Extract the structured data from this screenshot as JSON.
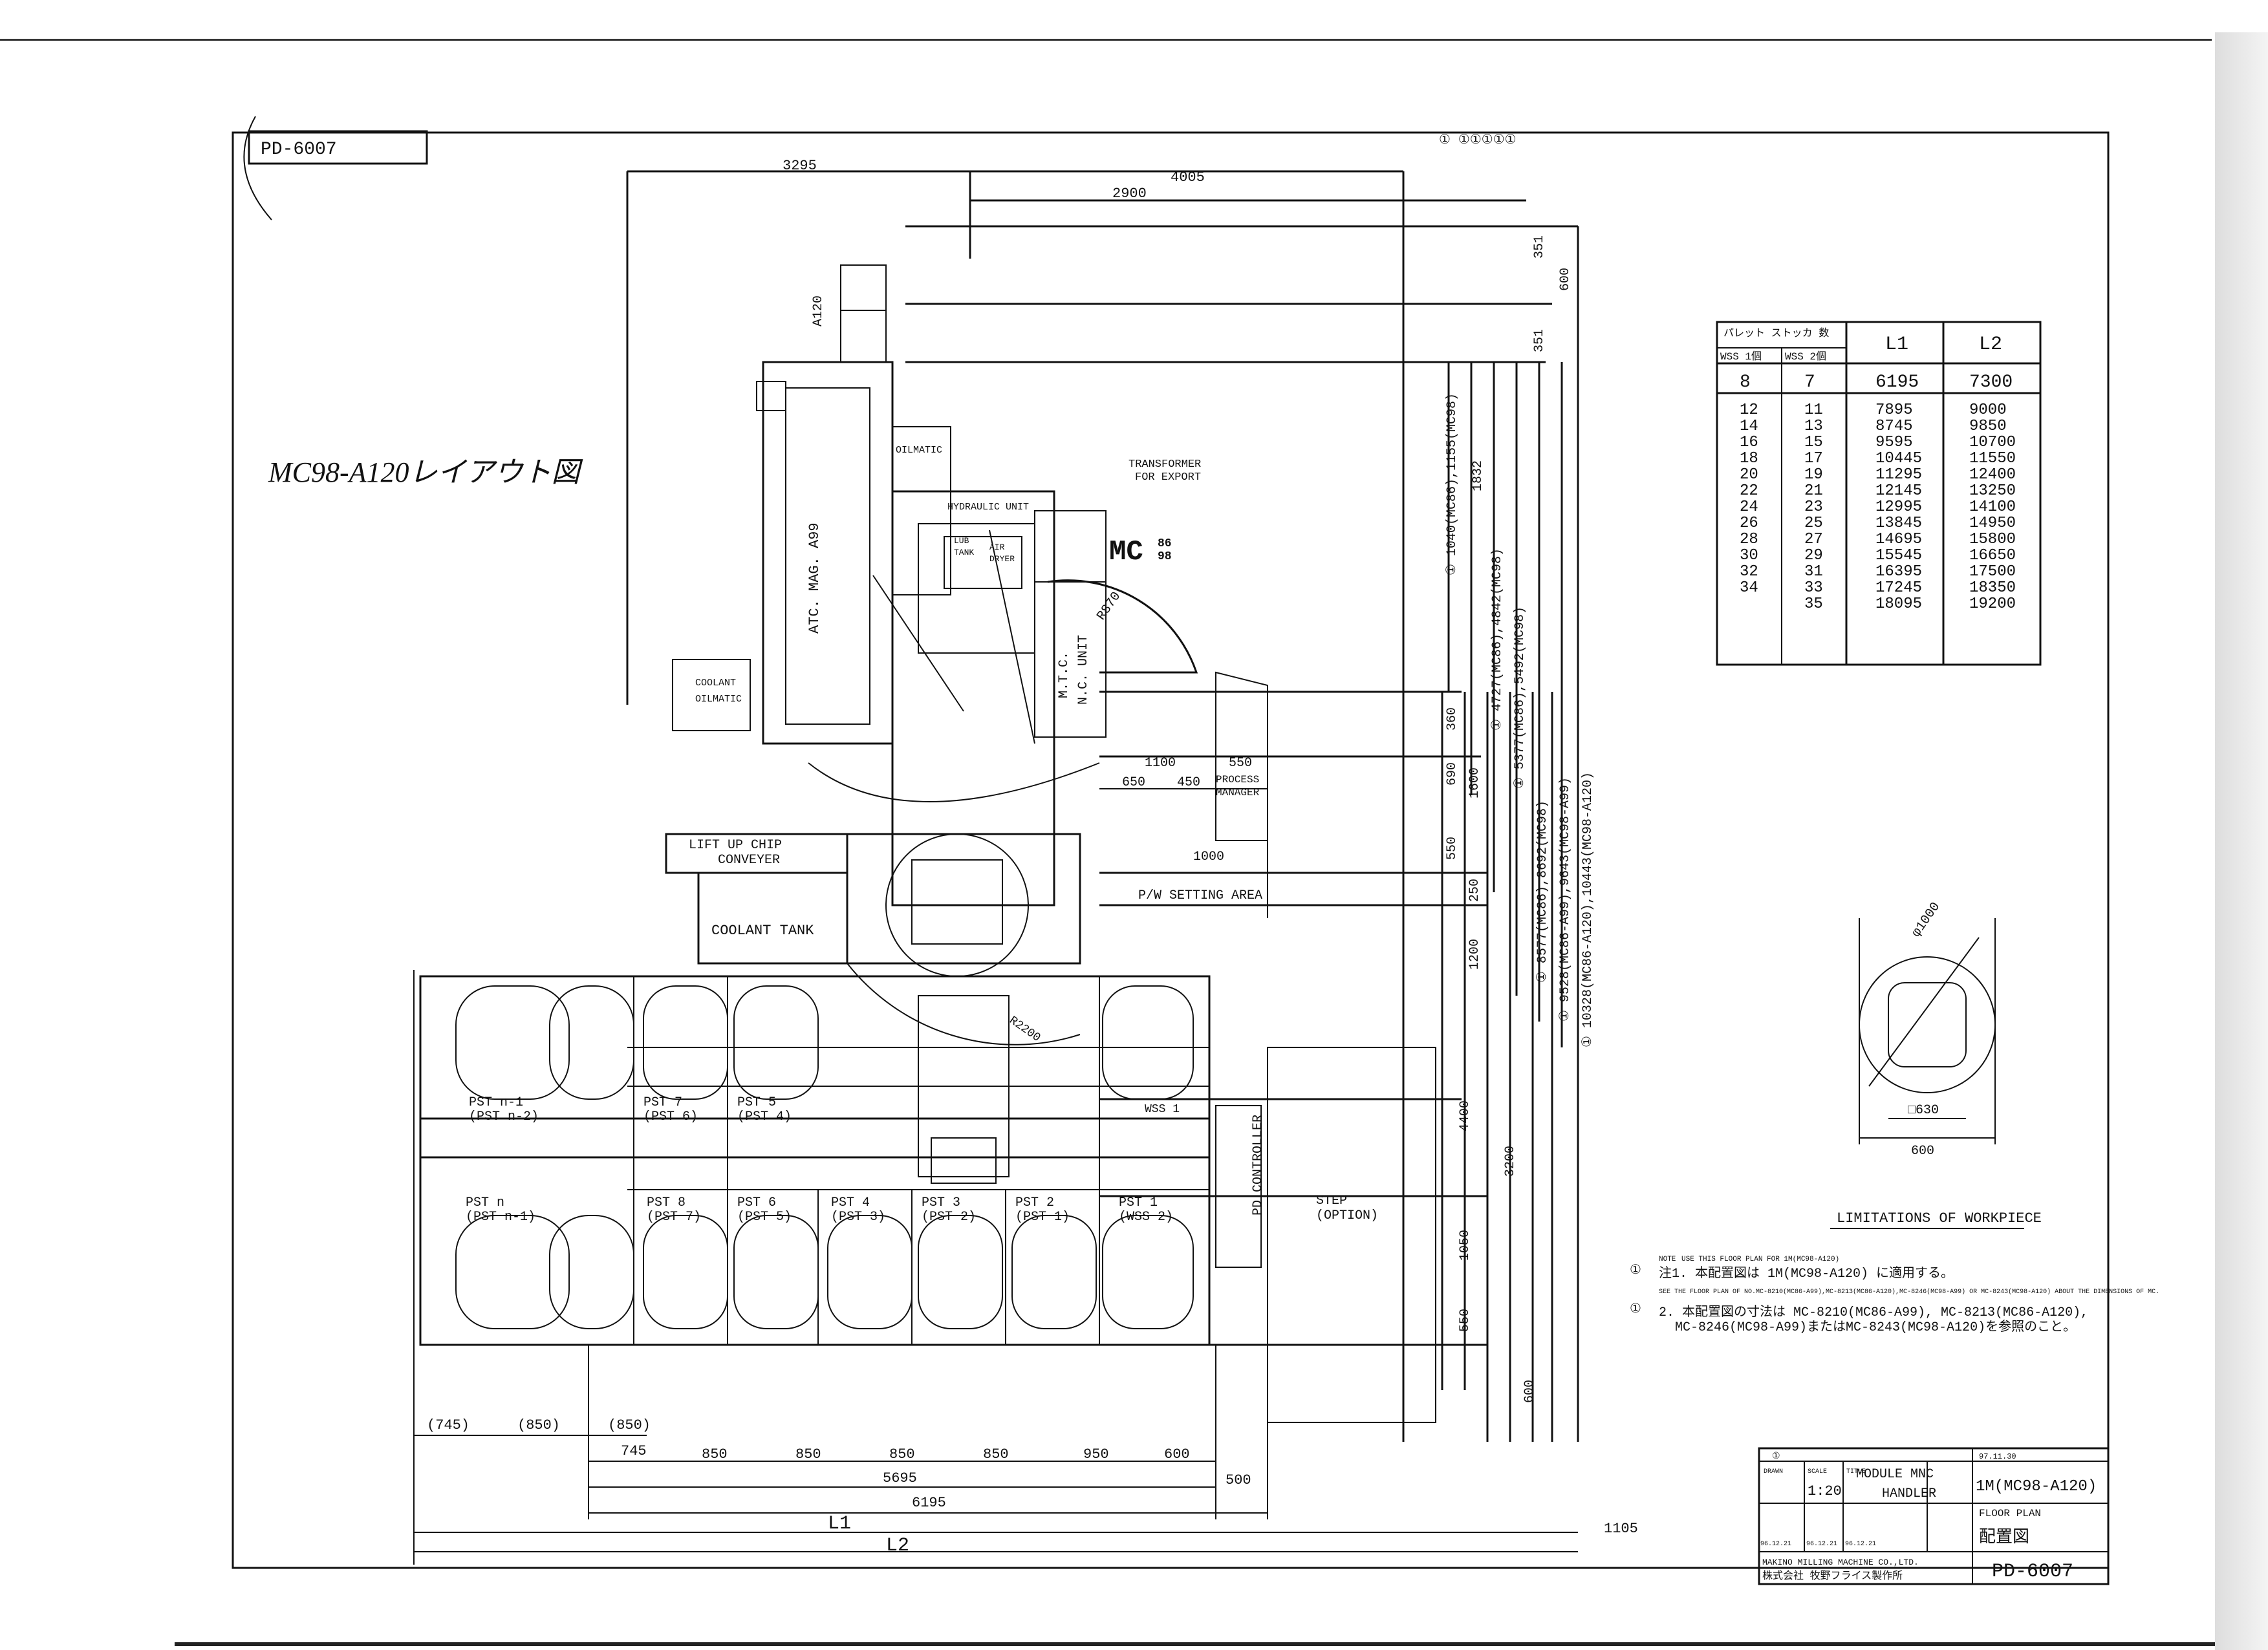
{
  "drawing": {
    "id_tag": "PD-6007",
    "handwritten_note": "MC98-A120レイアウト図",
    "top_marks": "①  ①①①①①"
  },
  "dimensions": {
    "d3295": "3295",
    "d4005": "4005",
    "d2900": "2900",
    "d351a": "351",
    "d600a": "600",
    "d351b": "351",
    "d120": "A120",
    "d1832": "1832",
    "d1040": "① 1040(MC86),1155(MC98)",
    "d4842": "① 4727(MC86),4842(MC98)",
    "d5492": "① 5377(MC86),5492(MC98)",
    "d8692": "① 8577(MC86),8692(MC98)",
    "d9643": "① 9528(MC86-A99),9643(MC98-A99)",
    "d10443": "① 10328(MC86-A120),10443(MC98-A120)",
    "d360": "360",
    "d690": "690",
    "d1600": "1600",
    "d550a": "550",
    "d250": "250",
    "d1200": "1200",
    "d4400": "4400",
    "d3200": "3200",
    "d1050": "1050",
    "d550b": "550",
    "d600b": "600",
    "d1100": "1100",
    "d550c": "550",
    "d650": "650",
    "d450": "450",
    "d1000": "1000",
    "r870": "R870",
    "r2200": "R2200",
    "bottom_row1": [
      "(745)",
      "(850)",
      "(850)"
    ],
    "bottom_row2": [
      "745",
      "850",
      "850",
      "850",
      "850",
      "950",
      "600"
    ],
    "d5695": "5695",
    "d500": "500",
    "d6195": "6195",
    "L1": "L1",
    "L2": "L2",
    "d1105": "1105"
  },
  "labels": {
    "oilmatic_top": "OILMATIC",
    "transformer": "TRANSFORMER",
    "for_export": "FOR EXPORT",
    "hydraulic": "HYDRAULIC UNIT",
    "lub": "LUB",
    "tank": "TANK",
    "air": "AIR",
    "dryer": "DRYER",
    "mc": "MC",
    "mc_sub_top": "86",
    "mc_sub_bottom": "98",
    "atc": "ATC. MAG. A99",
    "mtc": "M.T.C.",
    "nc": "N.C. UNIT",
    "coolant": "COOLANT",
    "oilmatic": "OILMATIC",
    "process": "PROCESS",
    "manager": "MANAGER",
    "lift1": "LIFT UP CHIP",
    "lift2": "CONVEYER",
    "coolant_tank": "COOLANT TANK",
    "pw_setting": "P/W SETTING AREA",
    "pd_controller": "PD CONTROLLER",
    "step": "STEP",
    "option": "(OPTION)",
    "wss1": "WSS 1"
  },
  "stations_top": [
    {
      "a": "PST n-1",
      "b": "(PST n-2)"
    },
    {
      "a": "PST 7",
      "b": "(PST 6)"
    },
    {
      "a": "PST 5",
      "b": "(PST 4)"
    }
  ],
  "stations_bottom": [
    {
      "a": "PST n",
      "b": "(PST n-1)"
    },
    {
      "a": "PST 8",
      "b": "(PST 7)"
    },
    {
      "a": "PST 6",
      "b": "(PST 5)"
    },
    {
      "a": "PST 4",
      "b": "(PST 3)"
    },
    {
      "a": "PST 3",
      "b": "(PST 2)"
    },
    {
      "a": "PST 2",
      "b": "(PST 1)"
    },
    {
      "a": "PST 1",
      "b": "(WSS 2)"
    }
  ],
  "table": {
    "header_top": "パレット ストッカ 数",
    "col_wss1": "WSS 1個",
    "col_wss2": "WSS 2個",
    "col_l1": "L1",
    "col_l2": "L2",
    "rows": [
      [
        "8",
        "7",
        "6195",
        "7300"
      ],
      [
        "12",
        "11",
        "7895",
        "9000"
      ],
      [
        "14",
        "13",
        "8745",
        "9850"
      ],
      [
        "16",
        "15",
        "9595",
        "10700"
      ],
      [
        "18",
        "17",
        "10445",
        "11550"
      ],
      [
        "20",
        "19",
        "11295",
        "12400"
      ],
      [
        "22",
        "21",
        "12145",
        "13250"
      ],
      [
        "24",
        "23",
        "12995",
        "14100"
      ],
      [
        "26",
        "25",
        "13845",
        "14950"
      ],
      [
        "28",
        "27",
        "14695",
        "15800"
      ],
      [
        "30",
        "29",
        "15545",
        "16650"
      ],
      [
        "32",
        "31",
        "16395",
        "17500"
      ],
      [
        "34",
        "33",
        "17245",
        "18350"
      ],
      [
        "",
        "35",
        "18095",
        "19200"
      ]
    ]
  },
  "workpiece": {
    "diameter": "φ1000",
    "inner": "□630",
    "width": "600",
    "title": "LIMITATIONS OF WORKPIECE"
  },
  "notes": {
    "n1_mark": "①",
    "n1_head": "NOTE",
    "n1_en": "USE THIS FLOOR PLAN FOR 1M(MC98-A120)",
    "n1_jp": "注1. 本配置図は 1M(MC98-A120) に適用する。",
    "n2_mark": "①",
    "n2_en": "SEE THE FLOOR PLAN OF NO.MC-8210(MC86-A99),MC-8213(MC86-A120),MC-8246(MC98-A99) OR MC-8243(MC98-A120) ABOUT THE DIMENSIONS OF MC.",
    "n2_jp1": "2. 本配置図の寸法は MC-8210(MC86-A99), MC-8213(MC86-A120),",
    "n2_jp2": "MC-8246(MC98-A99)またはMC-8243(MC98-A120)を参照のこと。"
  },
  "title_block": {
    "rev": "①",
    "rev_date": "97.11.30",
    "drawn_label": "DRAWN",
    "scale_label": "SCALE",
    "scale": "1:20",
    "title_label": "TITLE",
    "title1": "MODULE MNC",
    "title2": "HANDLER",
    "model": "1M(MC98-A120)",
    "floor_plan": "FLOOR PLAN",
    "jp_title": "配置図",
    "date1": "96.12.21",
    "date2": "96.12.21",
    "date3": "96.12.21",
    "company_en": "MAKINO MILLING MACHINE CO.,LTD.",
    "company_jp": "株式会社 牧野フライス製作所",
    "drawing_no": "PD-6007"
  }
}
